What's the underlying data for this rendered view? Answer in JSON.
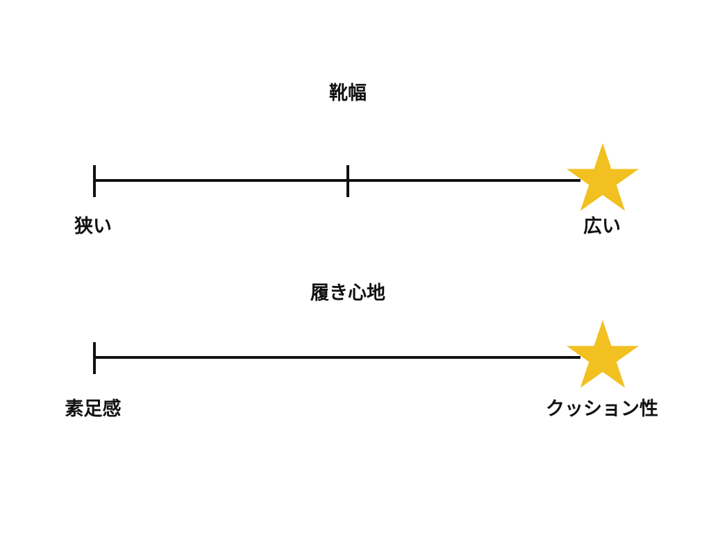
{
  "scales": [
    {
      "title": "靴幅",
      "left_label": "狭い",
      "right_label": "広い",
      "rating": 1.0,
      "star_icon": "star-icon",
      "star_color": "#F2C020"
    },
    {
      "title": "履き心地",
      "left_label": "素足感",
      "right_label": "クッション性",
      "rating": 1.0,
      "star_icon": "star-icon",
      "star_color": "#F2C020"
    }
  ]
}
